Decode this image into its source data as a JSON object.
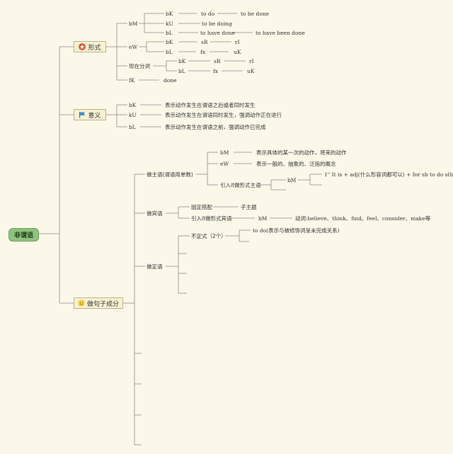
{
  "root": "非谓语",
  "categories": {
    "form": "形式",
    "meaning": "意义",
    "function": "做句子成分"
  },
  "form": {
    "bM": "bM",
    "bM_rows": [
      [
        "bK",
        "to do",
        "to be done"
      ],
      [
        "kU",
        "to be doing",
        ""
      ],
      [
        "bL",
        "to have done",
        "to have been done"
      ]
    ],
    "eW": "eW",
    "eW_rows": [
      [
        "bK",
        "sR",
        "rI"
      ],
      [
        "bL",
        "fx",
        "uK"
      ]
    ],
    "participle": "现在分词",
    "participle_rows": [
      [
        "bK",
        "sR",
        "rI"
      ],
      [
        "bL",
        "fx",
        "uK"
      ]
    ],
    "fK": "fK",
    "fK_value": "done"
  },
  "meaning": {
    "rows": [
      [
        "bK",
        "表示动作发生在谓语之后或者同时发生"
      ],
      [
        "kU",
        "表示动作发生在谓语同时发生，强调动作正在进行"
      ],
      [
        "bL",
        "表示动作发生在谓语之前，强调动作已完成"
      ]
    ]
  },
  "function": {
    "subject": "做主语(谓语用单数)",
    "subject_bM": "bM",
    "subject_bM_desc": "表示具体的某一次的动作，将来的动作",
    "subject_eW": "eW",
    "subject_eW_desc": "表示一般的、抽象的、泛指的概念",
    "subject_it": "引入it做形式主语",
    "subject_it_bM": "bM",
    "subject_it_formula": "1\" It is + adj(什么形容词都可以) + for sb to do sth",
    "object": "做宾语",
    "object_fixed": "固定搭配",
    "object_fixed_val": "子主题",
    "object_it": "引入it做形式宾语",
    "object_it_bM": "bM",
    "object_it_verbs": "动词:believe、think、find、feel、consider、make等",
    "attributive": "做定语",
    "infinitive": "不定式（2个）",
    "infinitive_desc": "to do(表示与被修饰词呈未完成关系)"
  }
}
